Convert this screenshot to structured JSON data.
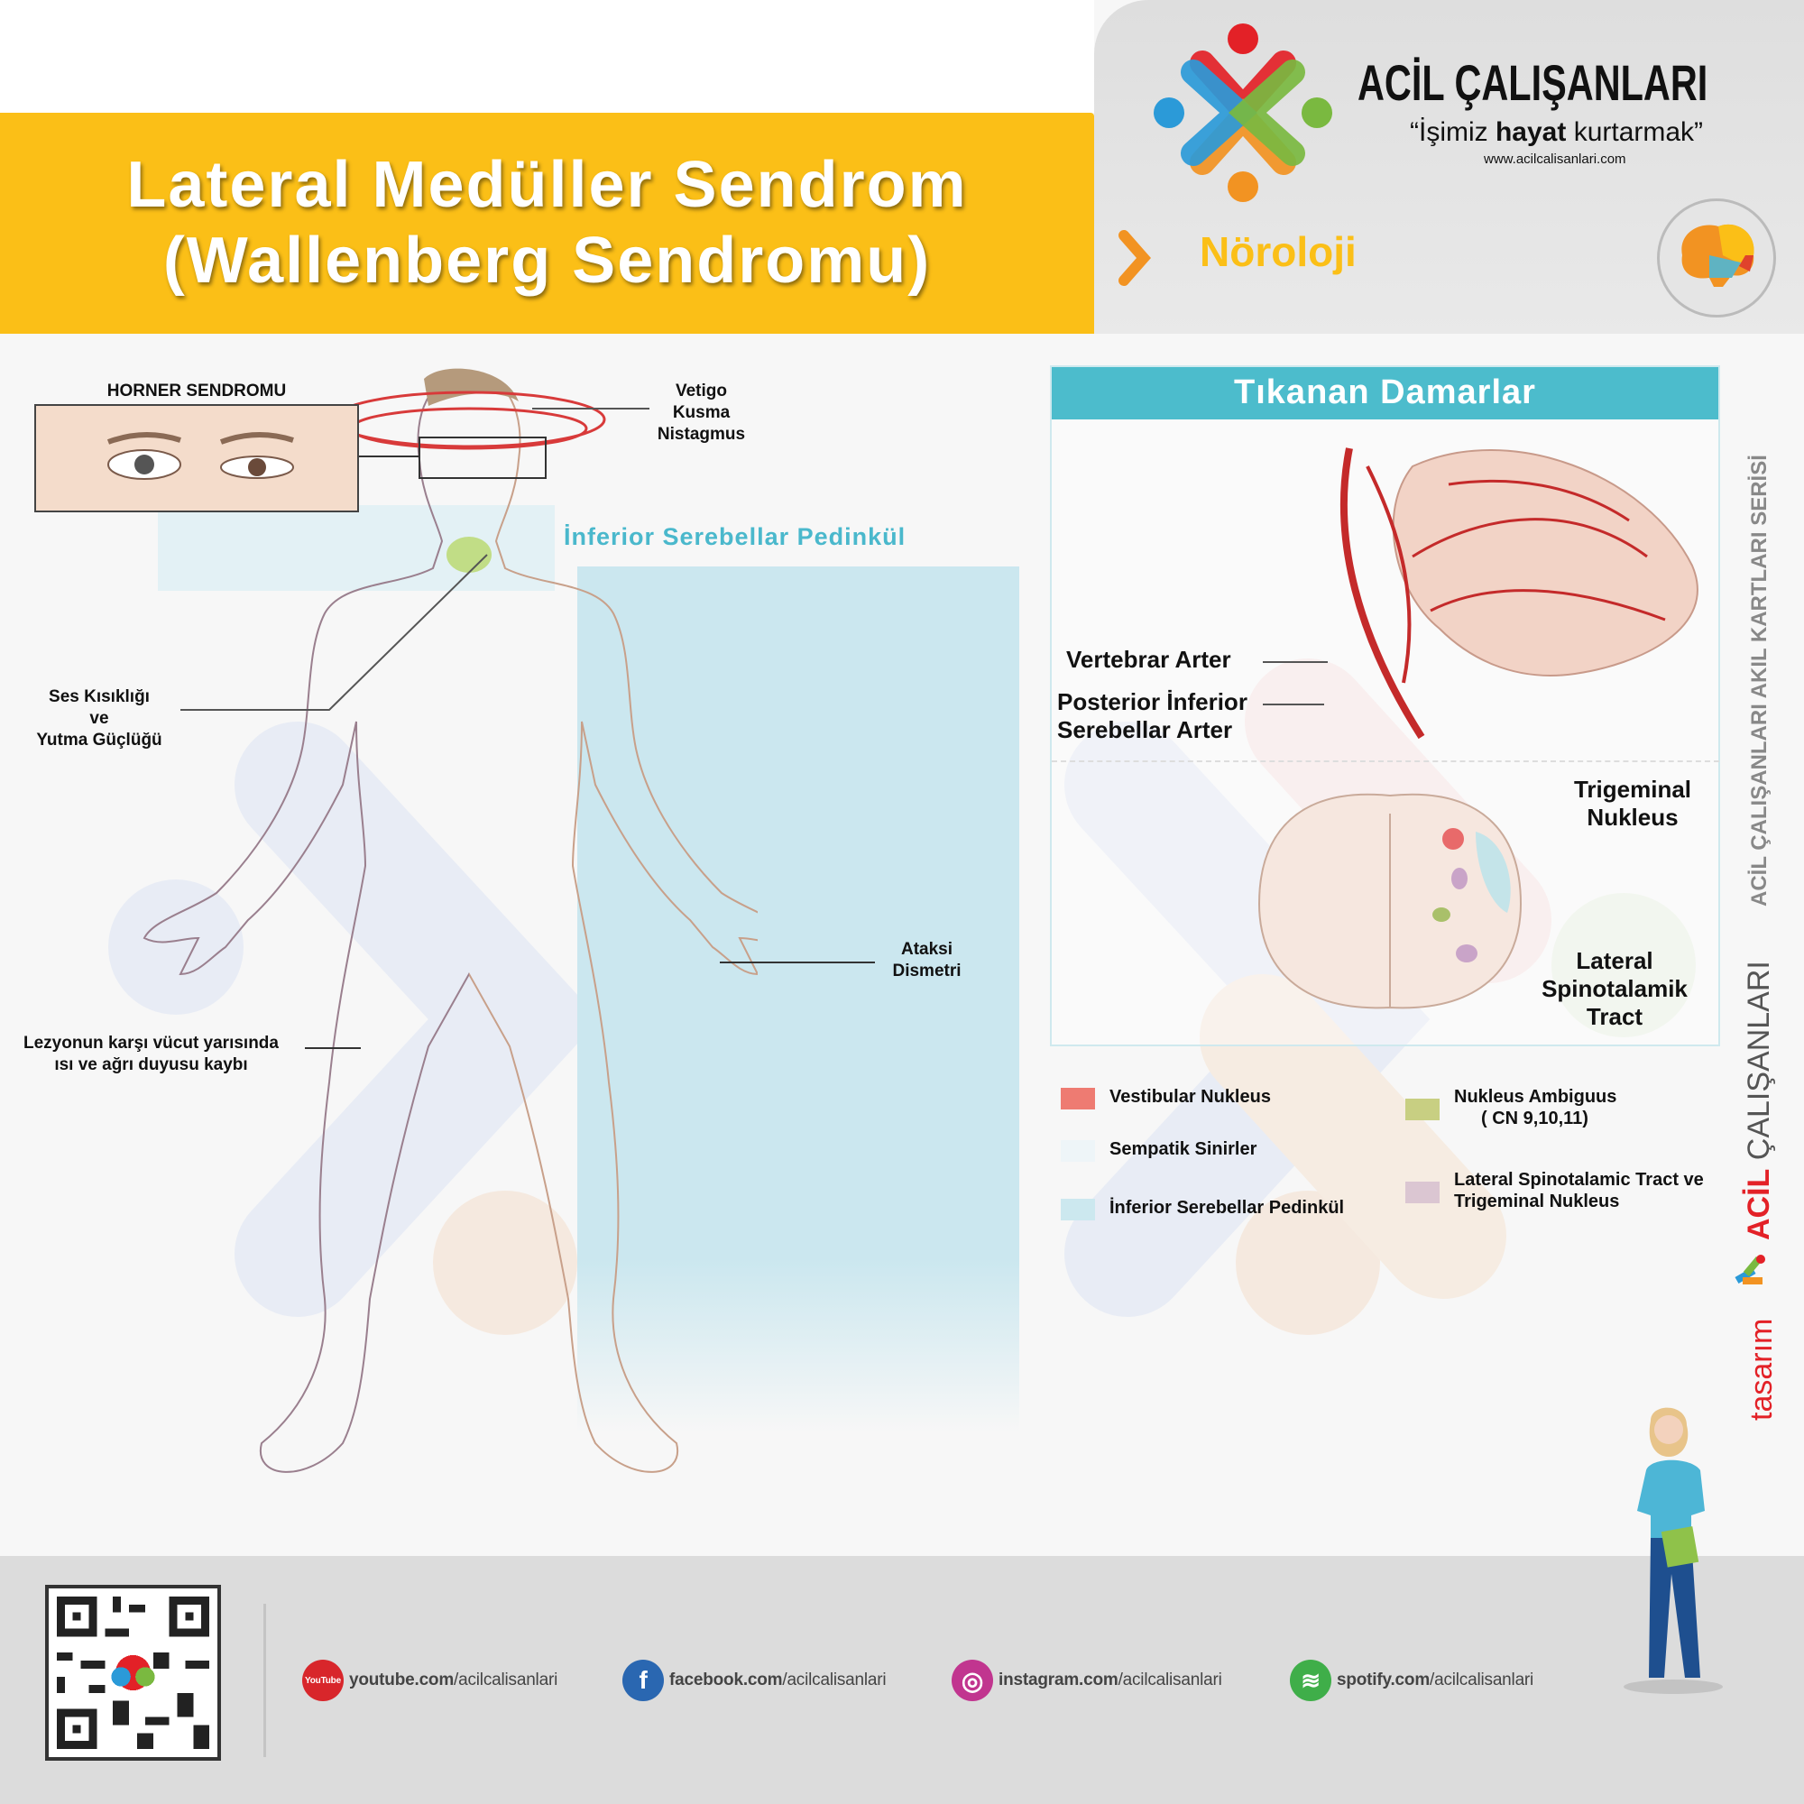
{
  "title": {
    "line1": "Lateral Medüller Sendrom",
    "line2": "(Wallenberg Sendromu)"
  },
  "brand": {
    "name": "ACİL ÇALIŞANLARI",
    "tagline_pre": "“İşimiz ",
    "tagline_bold": "hayat",
    "tagline_post": " kurtarmak”",
    "url": "www.acilcalisanlari.com"
  },
  "category": {
    "label": "Nöroloji",
    "icon": "brain-icon"
  },
  "body_labels": {
    "horner": "HORNER SENDROMU",
    "vertigo": [
      "Vetigo",
      "Kusma",
      "Nistagmus"
    ],
    "pedinkul": "İnferior Serebellar Pedinkül",
    "ses": [
      "Ses Kısıklığı",
      "ve",
      "Yutma Güçlüğü"
    ],
    "ataksi": [
      "Ataksi",
      "Dismetri"
    ],
    "lezyon": [
      "Lezyonun karşı vücut yarısında",
      "ısı ve ağrı duyusu kaybı"
    ]
  },
  "panel": {
    "title": "Tıkanan Damarlar",
    "vertebrar": "Vertebrar Arter",
    "pica": [
      "Posterior İnferior",
      "Serebellar Arter"
    ],
    "trigeminal": [
      "Trigeminal",
      "Nukleus"
    ],
    "lateral": [
      "Lateral",
      "Spinotalamik",
      "Tract"
    ]
  },
  "legend": [
    {
      "label": "Vestibular Nukleus",
      "color": "#ee7b72"
    },
    {
      "label": "Sempatik Sinirler",
      "color": "#eef5f8"
    },
    {
      "label": "İnferior Serebellar Pedinkül",
      "color": "#cce8ef"
    },
    {
      "label": "Nukleus Ambiguus",
      "sub": "( CN 9,10,11)",
      "color": "#c8cf82"
    },
    {
      "label": "Lateral Spinotalamic Tract ve",
      "sub": "Trigeminal Nukleus",
      "color": "#dbc6d2"
    }
  ],
  "side": {
    "series": "ACİL ÇALIŞANLARI AKIL KARTLARI SERİSİ",
    "acil": "ACİL",
    "calisanlari": "ÇALIŞANLARI",
    "tasarim": "tasarım"
  },
  "social": [
    {
      "site": "youtube.com",
      "handle": "/acilcalisanlari",
      "icon": "YouTube",
      "color": "#d8262b"
    },
    {
      "site": "facebook.com",
      "handle": "/acilcalisanlari",
      "icon": "f",
      "color": "#2a67b1"
    },
    {
      "site": "instagram.com",
      "handle": "/acilcalisanlari",
      "icon": "◎",
      "color": "#c1358f"
    },
    {
      "site": "spotify.com",
      "handle": "/acilcalisanlari",
      "icon": "≋",
      "color": "#3fae49"
    }
  ]
}
